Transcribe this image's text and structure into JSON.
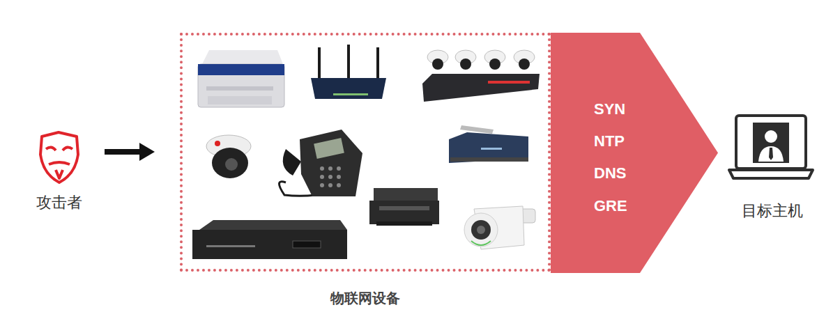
{
  "diagram": {
    "nodes": [
      {
        "text": [
          "攻击者"
        ]
      },
      {
        "text": [
          "物联网设备"
        ]
      },
      {
        "text": [
          "SYN",
          "NTP",
          "DNS",
          "GRE"
        ]
      },
      {
        "text": [
          "目标主机"
        ]
      }
    ],
    "edges": [
      {
        "from": 0,
        "to": 1,
        "arrow": "to"
      }
    ]
  }
}
